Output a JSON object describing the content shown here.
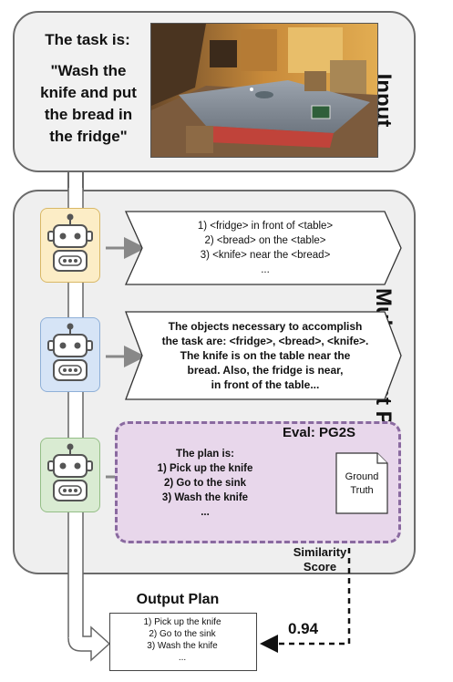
{
  "sections": {
    "input_label": "Input",
    "planning_label": "Multi-agent Planning"
  },
  "task": {
    "title": "The task is:",
    "lines": [
      "\"Wash the",
      "knife and put",
      "the bread in",
      "the fridge\""
    ]
  },
  "agents": [
    {
      "color": "#fcedc6",
      "border": "#d9b866",
      "message_lines": [
        "1) <fridge> in front of <table>",
        "2) <bread> on the <table>",
        "3) <knife> near the <bread>",
        "..."
      ]
    },
    {
      "color": "#d6e4f6",
      "border": "#8fb0d8",
      "message_lines": [
        "The objects necessary to accomplish",
        "the task are: <fridge>, <bread>, <knife>.",
        "The knife is on the table near the",
        "bread.  Also, the fridge is near,",
        "in front of the table..."
      ]
    },
    {
      "color": "#d9ebd2",
      "border": "#94be86",
      "message_lines": [
        "The plan is:",
        "1) Pick up the knife",
        "2) Go to the sink",
        "3) Wash the knife",
        "..."
      ]
    }
  ],
  "eval": {
    "title": "Eval: PG2S",
    "ground_truth_lines": [
      "Ground",
      "Truth"
    ],
    "similarity_lines": [
      "Similarity",
      "Score"
    ],
    "score": "0.94",
    "box_color": "#e8d7eb",
    "border_color": "#8a6aa0"
  },
  "output": {
    "title": "Output Plan",
    "lines": [
      "1) Pick up the knife",
      "2) Go to the sink",
      "3) Wash the knife",
      "..."
    ]
  }
}
